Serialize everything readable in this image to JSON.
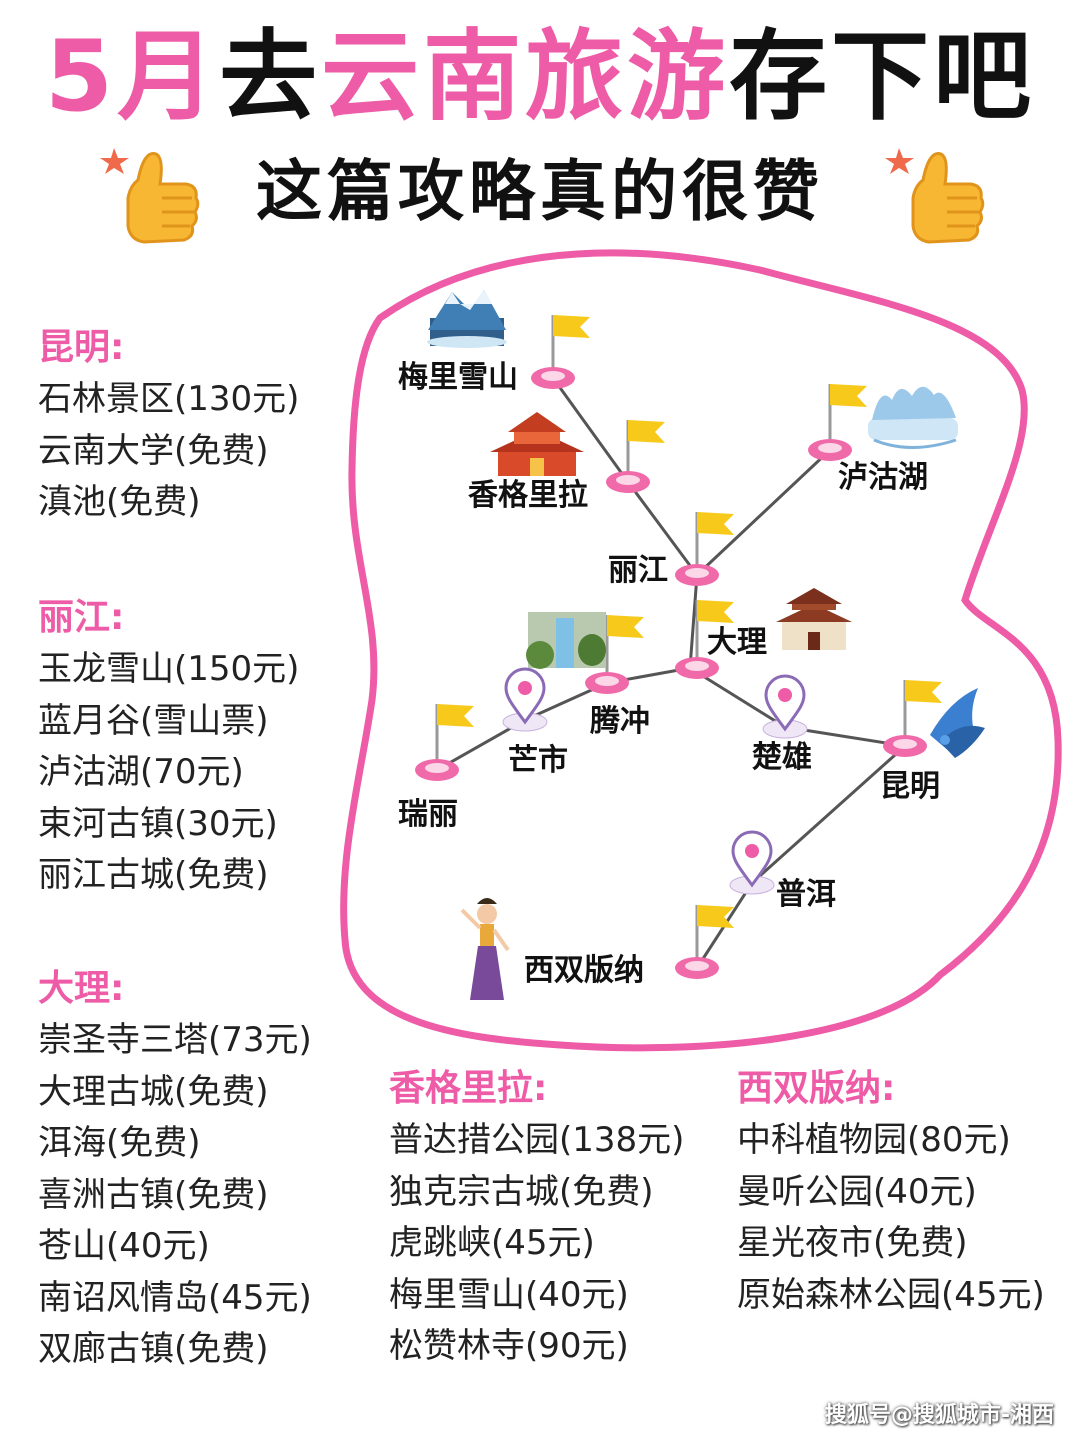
{
  "header": {
    "t1": "5月",
    "t2": "去",
    "t3": "云南旅游",
    "t4": "存下吧",
    "subtitle": "这篇攻略真的很赞"
  },
  "colors": {
    "accent": "#ee5ba6",
    "text": "#111111"
  },
  "map_labels": {
    "meili": "梅里雪山",
    "shangri": "香格里拉",
    "lugu": "泸沽湖",
    "lijiang": "丽江",
    "dali": "大理",
    "tengchong": "腾冲",
    "mangshi": "芒市",
    "ruili": "瑞丽",
    "chuxiong": "楚雄",
    "kunming": "昆明",
    "puer": "普洱",
    "xsbn": "西双版纳"
  },
  "kunming": {
    "title": "昆明:",
    "items": [
      "石林景区(130元)",
      "云南大学(免费)",
      "滇池(免费)"
    ]
  },
  "lijiang": {
    "title": "丽江:",
    "items": [
      "玉龙雪山(150元)",
      "蓝月谷(雪山票)",
      "泸沽湖(70元)",
      "束河古镇(30元)",
      "丽江古城(免费)"
    ]
  },
  "dali": {
    "title": "大理:",
    "items": [
      "崇圣寺三塔(73元)",
      "大理古城(免费)",
      "洱海(免费)",
      "喜洲古镇(免费)",
      "苍山(40元)",
      "南诏风情岛(45元)",
      "双廊古镇(免费)"
    ]
  },
  "shangri": {
    "title": "香格里拉:",
    "items": [
      "普达措公园(138元)",
      "独克宗古城(免费)",
      "虎跳峡(45元)",
      "梅里雪山(40元)",
      "松赞林寺(90元)"
    ]
  },
  "xsbn": {
    "title": "西双版纳:",
    "items": [
      "中科植物园(80元)",
      "曼听公园(40元)",
      "星光夜市(免费)",
      "原始森林公园(45元)"
    ]
  },
  "footer": {
    "watermark": "搜狐号@搜狐城市-湘西"
  },
  "icons": [
    "thumbs-up-icon",
    "star-icon",
    "flag-icon",
    "location-pin-icon",
    "snow-mountain-icon",
    "temple-icon",
    "pagoda-icon",
    "waterfall-icon",
    "bird-icon",
    "dancer-icon",
    "lake-icon"
  ]
}
